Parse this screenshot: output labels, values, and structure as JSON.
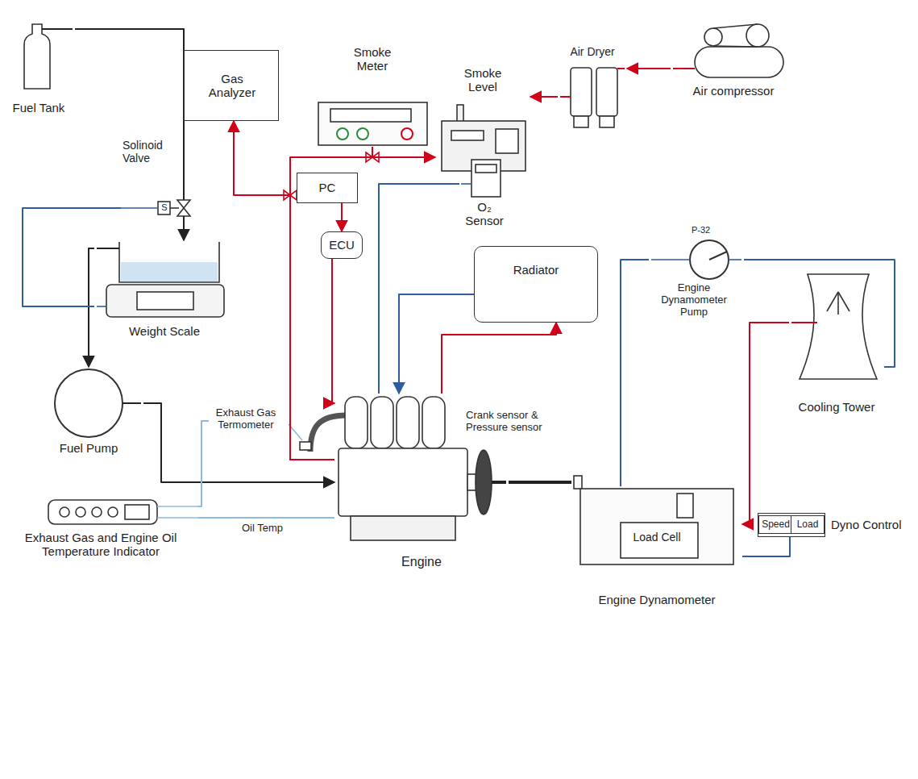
{
  "diagram": {
    "nodes": [
      {
        "text": [
          "Smoke Meter"
        ]
      },
      {
        "text": [
          "Fuel Tank"
        ]
      },
      {
        "text": [
          "Gas Analyzer"
        ]
      },
      {
        "text": [
          "Smoke Level"
        ]
      },
      {
        "text": [
          "Air Dryer"
        ]
      },
      {
        "text": [
          "Air compressor"
        ]
      },
      {
        "text": [
          "Solinoid Valve"
        ]
      },
      {
        "text": [
          "PC"
        ]
      },
      {
        "text": [
          "ECU"
        ]
      },
      {
        "text": [
          "O₂ Sensor"
        ]
      },
      {
        "text": [
          "Radiator"
        ]
      },
      {
        "text": [
          "Engine Dynamometer Pump"
        ]
      },
      {
        "text": [
          "Weight Scale"
        ]
      },
      {
        "text": [
          "Exhaust Gas Termometer"
        ]
      },
      {
        "text": [
          "Cooling Tower"
        ]
      },
      {
        "text": [
          "Fuel Pump"
        ]
      },
      {
        "text": [
          "Dyno Control"
        ]
      },
      {
        "text": [
          "Speed"
        ],
        "in": 16
      },
      {
        "text": [
          "Load"
        ],
        "in": 16
      },
      {
        "text": [
          "Exhaust Gas and Engine Oil Temperature Indicator"
        ]
      },
      {
        "text": [
          "Engine"
        ]
      },
      {
        "text": [
          "Load Cell",
          "Engine Dynamometer"
        ]
      }
    ],
    "edges": [
      {
        "from": 1,
        "to": 6,
        "arrow": "none"
      },
      {
        "from": 6,
        "to": 12,
        "arrow": "to"
      },
      {
        "from": 12,
        "to": 15,
        "arrow": "to"
      },
      {
        "from": 15,
        "to": 20,
        "arrow": "to"
      },
      {
        "from": 12,
        "to": 6,
        "arrow": "none"
      },
      {
        "from": 20,
        "to": 2,
        "arrow": "to"
      },
      {
        "from": 20,
        "to": 3,
        "arrow": "to"
      },
      {
        "from": 0,
        "to": 3,
        "arrow": "none"
      },
      {
        "from": 5,
        "to": 4,
        "arrow": "to"
      },
      {
        "from": 4,
        "to": 3,
        "arrow": "to"
      },
      {
        "from": 7,
        "to": 8,
        "arrow": "to"
      },
      {
        "from": 8,
        "to": 20,
        "arrow": "to"
      },
      {
        "from": 9,
        "to": 20,
        "arrow": "none"
      },
      {
        "from": 10,
        "to": 20,
        "arrow": "to"
      },
      {
        "from": 20,
        "to": 10,
        "arrow": "to"
      },
      {
        "from": 21,
        "to": 11,
        "arrow": "none"
      },
      {
        "from": 11,
        "to": 14,
        "arrow": "none"
      },
      {
        "from": 14,
        "to": 21,
        "arrow": "to"
      },
      {
        "from": 16,
        "to": 21,
        "arrow": "none"
      },
      {
        "from": 20,
        "to": 21,
        "arrow": "none"
      },
      {
        "from": 13,
        "to": 19,
        "arrow": "none"
      },
      {
        "from": 20,
        "to": 19,
        "arrow": "none"
      }
    ],
    "labels": [
      "S",
      "P-32",
      "Crank sensor & Pressure sensor",
      "Oil Temp"
    ]
  }
}
